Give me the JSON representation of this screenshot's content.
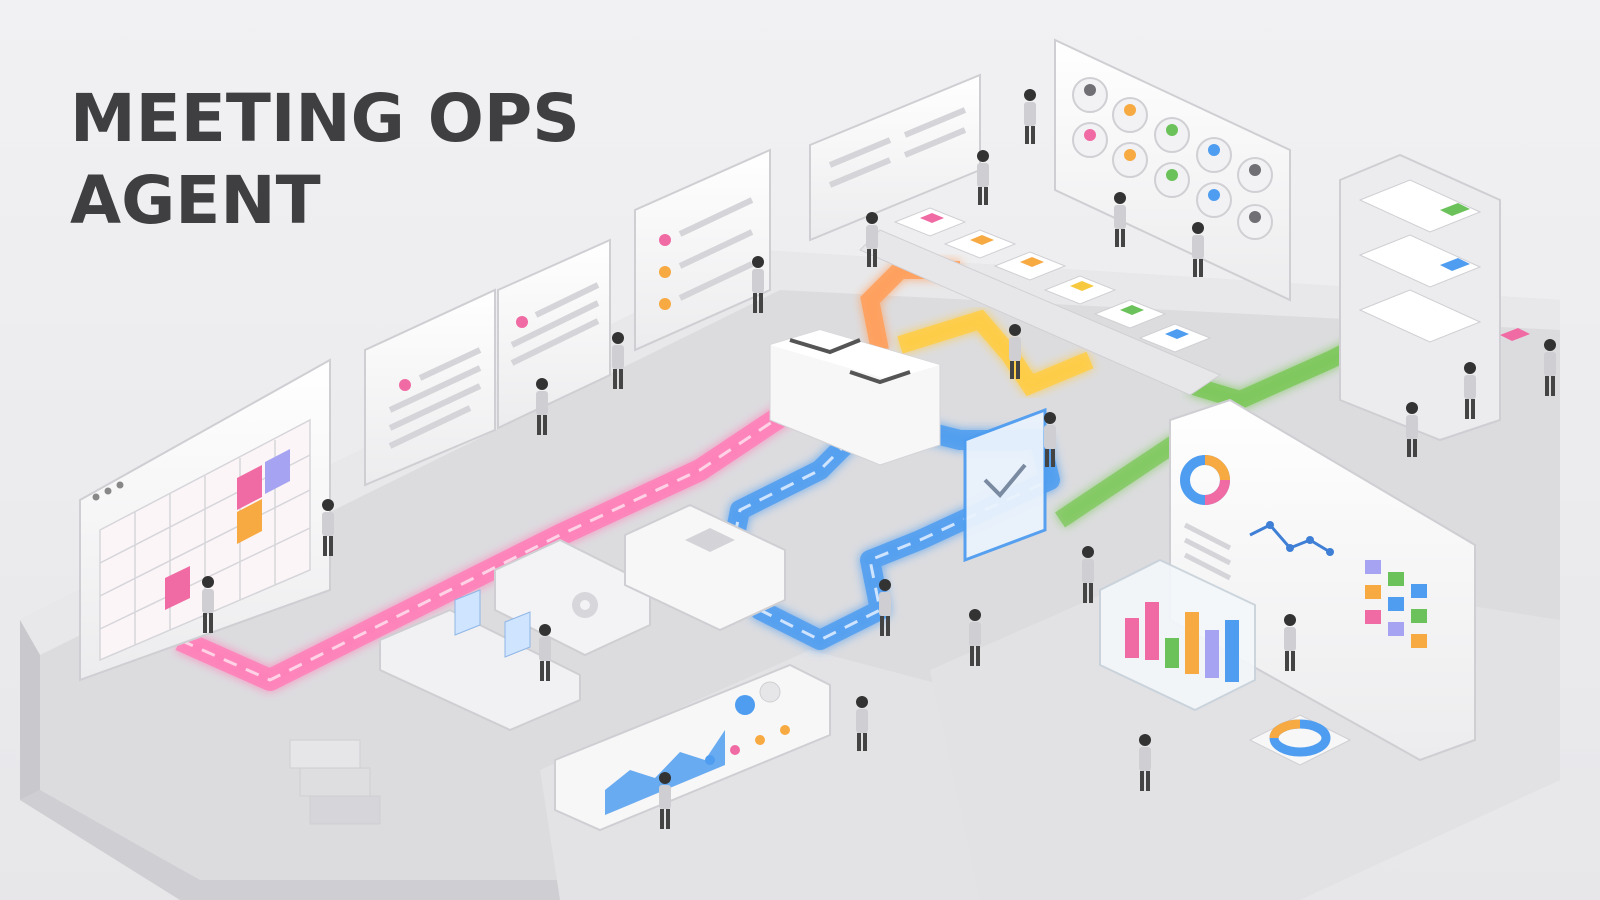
{
  "headline": {
    "line1": "MEETING OPS",
    "line2": "AGENT"
  },
  "colors": {
    "background": "#eeeeF0",
    "title_text": "#3f3f42",
    "pipe_pink": "#ff6fb0",
    "pipe_orange": "#ffa64d",
    "pipe_yellow": "#ffd24d",
    "pipe_green": "#7cc85a",
    "pipe_blue": "#4a9cf0",
    "card_pink": "#f06ba3",
    "card_orange": "#f7a942",
    "card_yellow": "#f6c93e",
    "card_green": "#6cc25a",
    "card_blue": "#4f9df0",
    "card_purple": "#a6a4f2"
  },
  "icons": [
    "calendar-icon",
    "document-icon",
    "checklist-icon",
    "person-avatar-icon",
    "donut-chart-icon",
    "line-chart-icon",
    "bar-chart-icon",
    "area-chart-icon",
    "checkmark-icon",
    "gear-icon",
    "server-rack-icon"
  ],
  "flows": [
    "pink",
    "orange",
    "yellow",
    "green",
    "blue"
  ]
}
